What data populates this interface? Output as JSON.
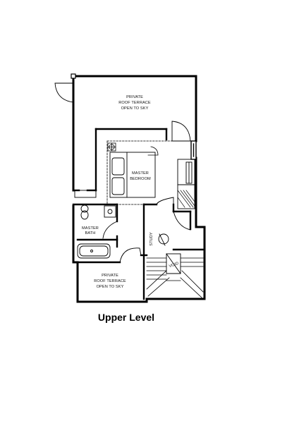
{
  "caption": "Upper Level",
  "rooms": {
    "roof_terrace_top": [
      "PRIVATE",
      "ROOF TERRACE",
      "OPEN TO SKY"
    ],
    "master_bedroom": [
      "MASTER",
      "BEDROOM"
    ],
    "master_bath": [
      "MASTER",
      "BATH"
    ],
    "study": "STUDY",
    "void": "VOID",
    "roof_terrace_bottom": [
      "PRIVATE",
      "ROOF TERRACE",
      "OPEN TO SKY"
    ]
  }
}
